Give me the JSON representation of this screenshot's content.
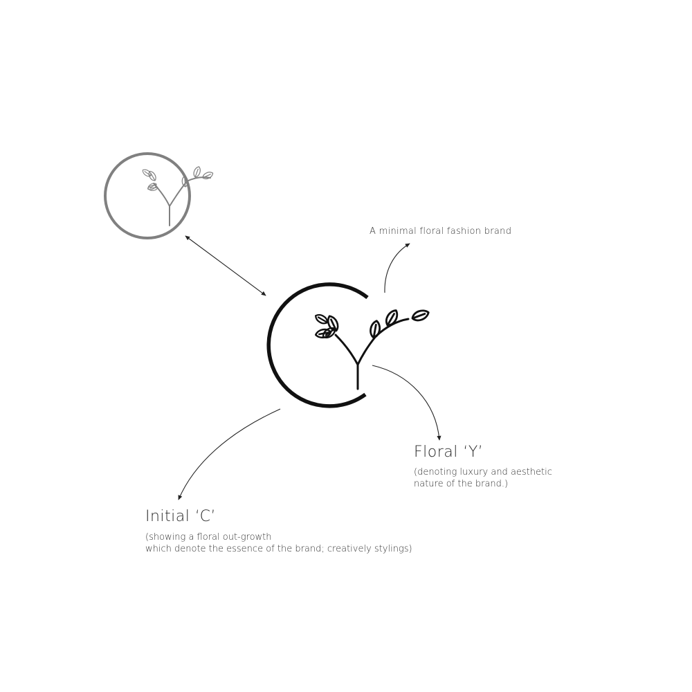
{
  "colors": {
    "background": "#ffffff",
    "logo_main": "#111111",
    "logo_secondary": "#808080",
    "text": "#2a2a2a",
    "arrow": "#222222"
  },
  "icons": {
    "secondary_logo": "circle-floral-icon",
    "main_logo": "floral-c-y-monogram-icon"
  },
  "annotations": {
    "tagline": "A minimal floral fashion brand",
    "floral_y": {
      "title": "Floral ‘Y’",
      "description_line1": "(denoting luxury and aesthetic",
      "description_line2": "nature of the brand.)"
    },
    "initial_c": {
      "title": "Initial ‘C’",
      "description_line1": "(showing a floral out-growth",
      "description_line2": "which denote the essence of the brand; creatively stylings)"
    }
  }
}
